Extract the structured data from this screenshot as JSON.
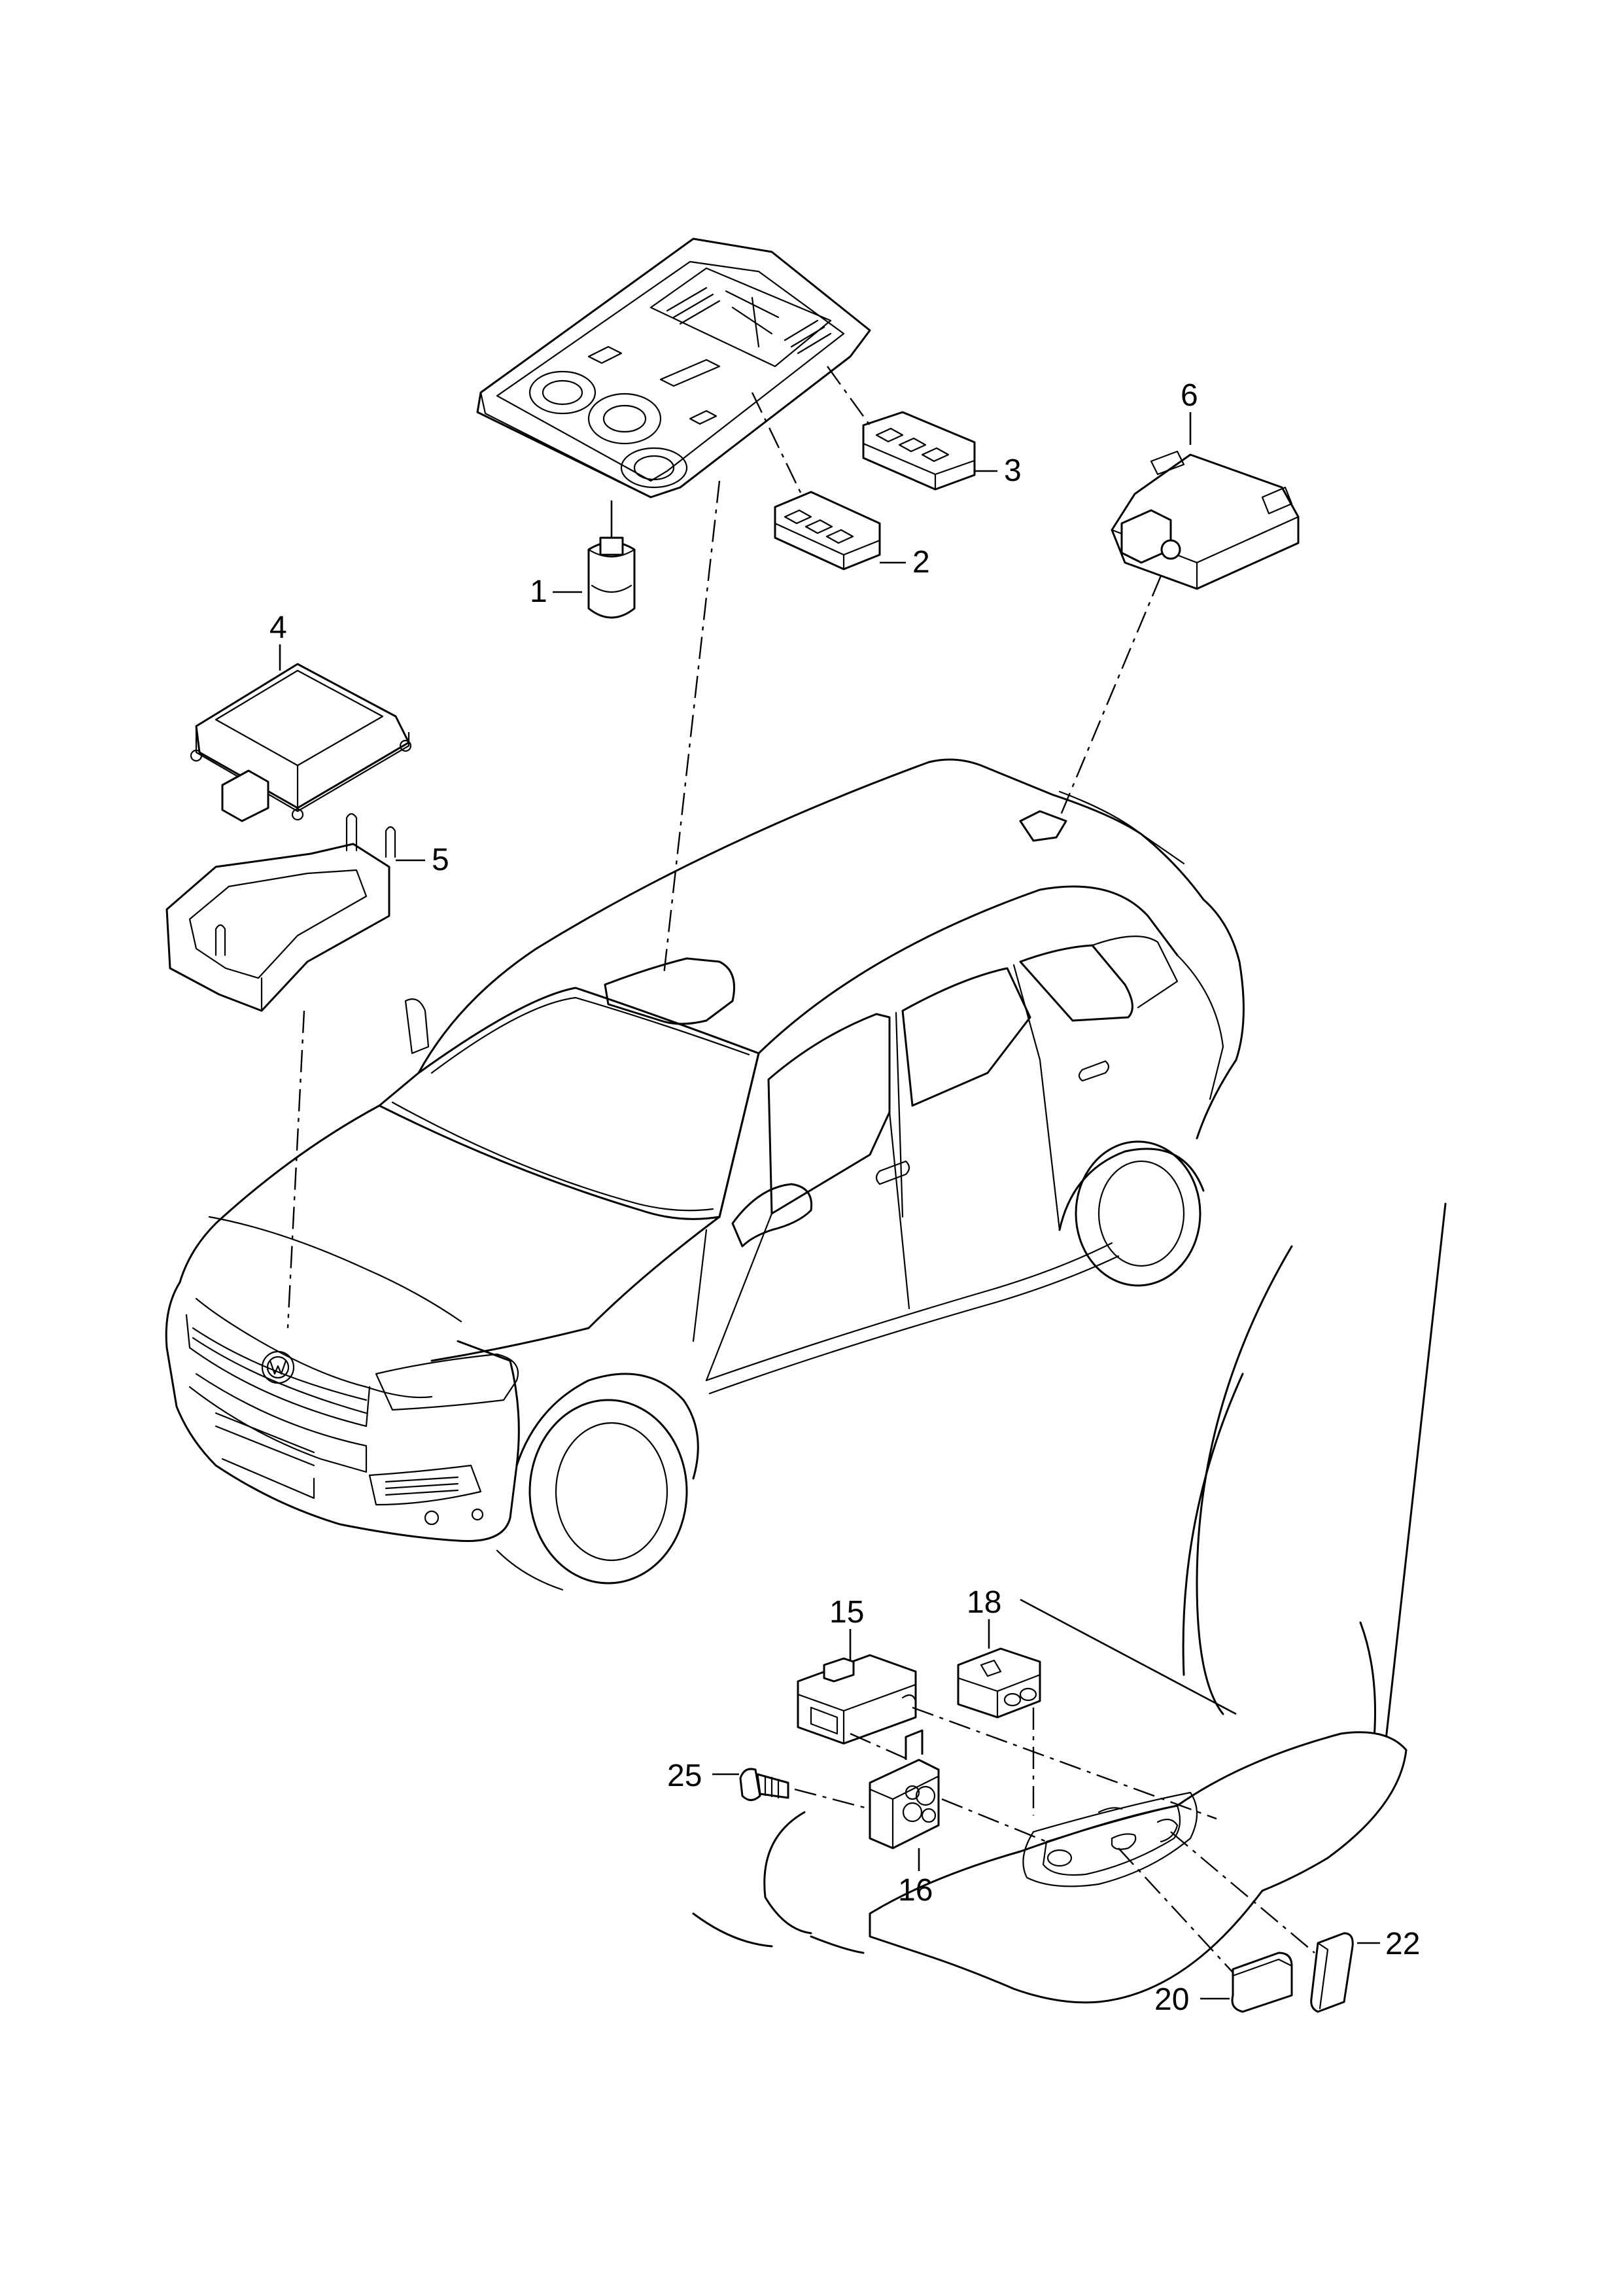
{
  "diagram": {
    "colors": {
      "line": "#000000",
      "background": "#ffffff"
    },
    "callouts": [
      {
        "id": "1",
        "label": "1"
      },
      {
        "id": "2",
        "label": "2"
      },
      {
        "id": "3",
        "label": "3"
      },
      {
        "id": "4",
        "label": "4"
      },
      {
        "id": "5",
        "label": "5"
      },
      {
        "id": "6",
        "label": "6"
      },
      {
        "id": "15",
        "label": "15"
      },
      {
        "id": "16",
        "label": "16"
      },
      {
        "id": "18",
        "label": "18"
      },
      {
        "id": "20",
        "label": "20"
      },
      {
        "id": "22",
        "label": "22"
      },
      {
        "id": "25",
        "label": "25"
      }
    ]
  }
}
